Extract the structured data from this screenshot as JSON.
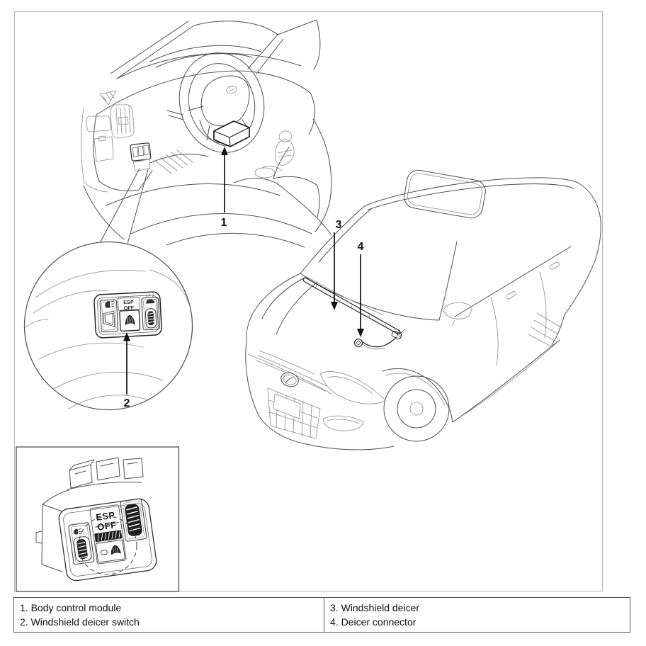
{
  "callout_numbers": [
    "1",
    "2",
    "3",
    "4"
  ],
  "esp_switch": {
    "line1": "ESP",
    "line2": "OFF"
  },
  "legend": {
    "columns": [
      {
        "items": [
          "1. Body control module",
          "2. Windshield deicer switch"
        ]
      },
      {
        "items": [
          "3. Windshield deicer",
          "4. Deicer connector"
        ]
      }
    ]
  },
  "colors": {
    "line": "#4f4f4f",
    "frame_border": "#b5b5b5",
    "table_border": "#4f4f4f",
    "ink": "#111111"
  },
  "icons": {
    "switch_panel": [
      "headlamp-leveling-icon",
      "esp-off-label",
      "windshield-deicer-icon",
      "illumination-dimmer-icon",
      "thumbwheel-icon"
    ]
  }
}
